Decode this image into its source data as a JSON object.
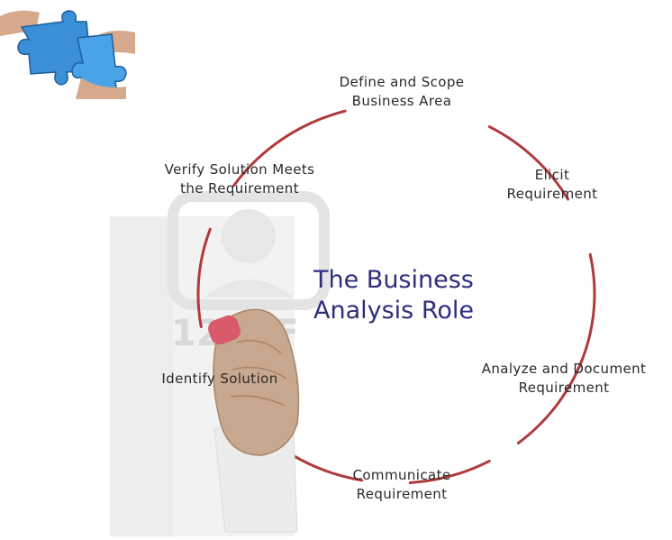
{
  "diagram": {
    "center_title": [
      "The Business",
      "Analysis Role"
    ],
    "steps": [
      {
        "lines": [
          "Define and Scope",
          "Business Area"
        ]
      },
      {
        "lines": [
          "Elicit",
          "Requirement"
        ]
      },
      {
        "lines": [
          "Analyze and Document",
          "Requirement"
        ]
      },
      {
        "lines": [
          "Communicate",
          "Requirement"
        ]
      },
      {
        "lines": [
          "Identify Solution"
        ]
      },
      {
        "lines": [
          "Verify Solution Meets",
          "the Requirement"
        ]
      }
    ],
    "watermark": "123RF"
  },
  "colors": {
    "arc": "#b03a3a",
    "title": "#2d2f7a",
    "puzzle": "#3a8fd6",
    "label": "#2a2a2a"
  },
  "icons": [
    "puzzle-pieces-image",
    "hand-with-marker-image",
    "watermark-person-icon"
  ]
}
